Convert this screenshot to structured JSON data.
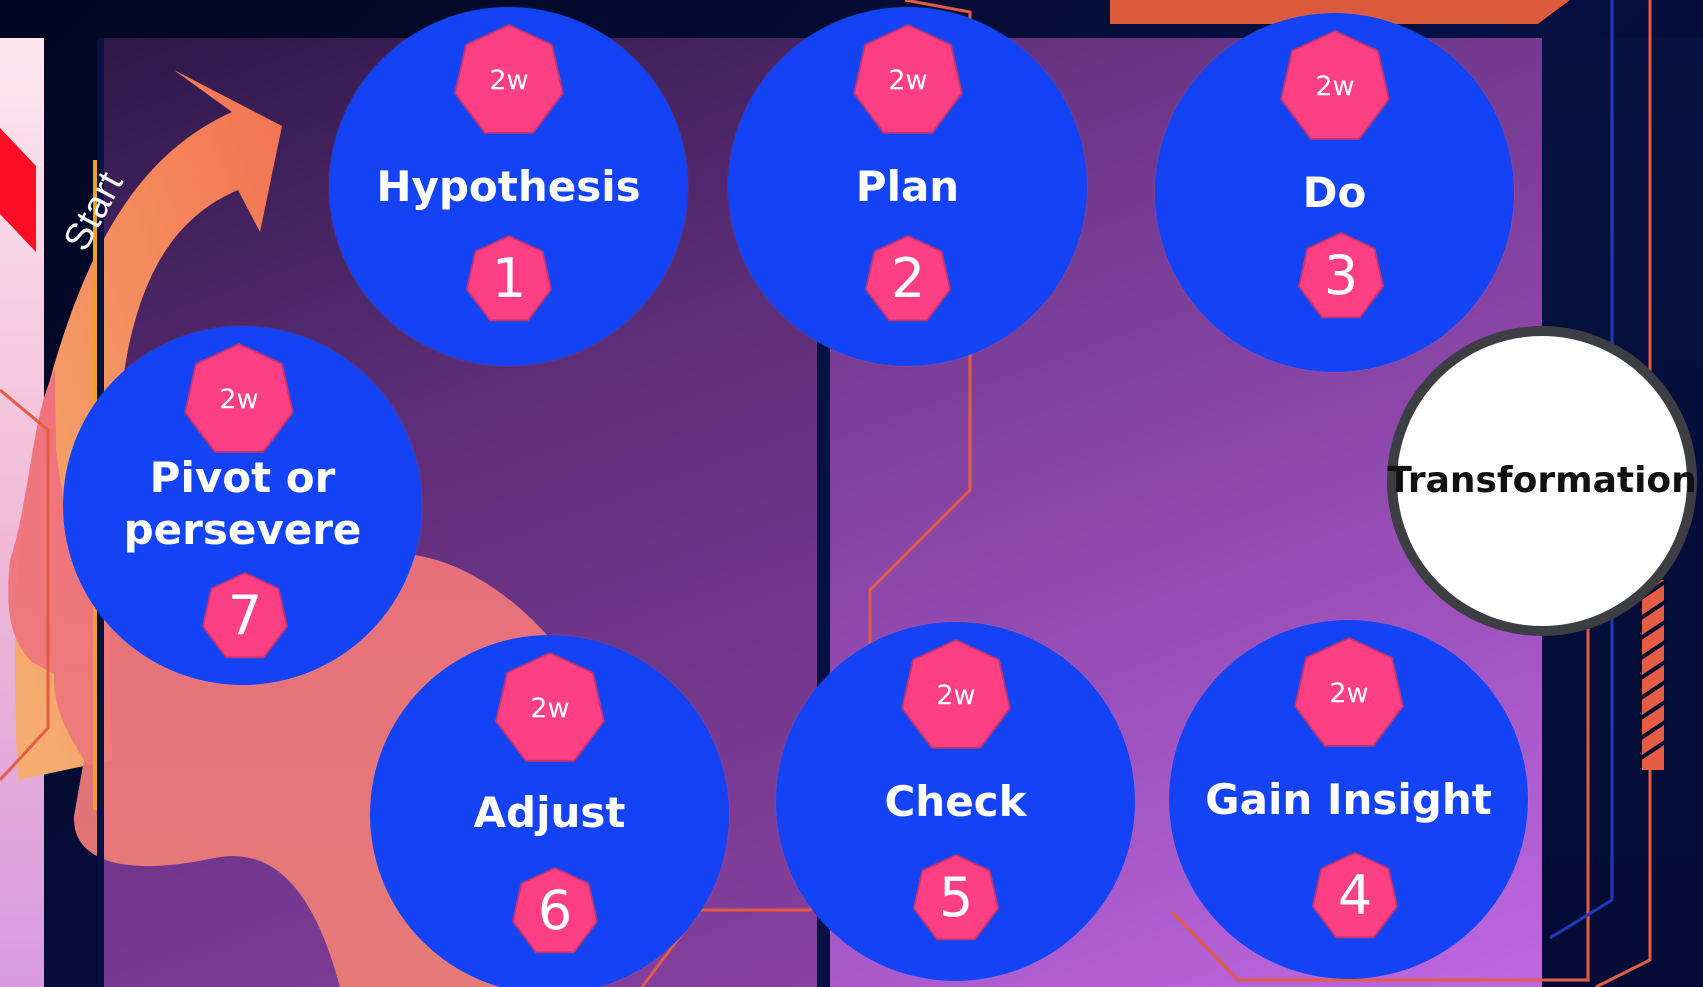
{
  "diagram": {
    "start_label": "Start",
    "transformation_label": "Transformation",
    "steps": [
      {
        "title": "Hypothesis",
        "duration": "2w",
        "number": "1"
      },
      {
        "title": "Plan",
        "duration": "2w",
        "number": "2"
      },
      {
        "title": "Do",
        "duration": "2w",
        "number": "3"
      },
      {
        "title": "Gain Insight",
        "duration": "2w",
        "number": "4"
      },
      {
        "title": "Check",
        "duration": "2w",
        "number": "5"
      },
      {
        "title": "Adjust",
        "duration": "2w",
        "number": "6"
      },
      {
        "title": "Pivot or persevere",
        "duration": "2w",
        "number": "7"
      }
    ]
  },
  "colors": {
    "step_circle": "#1443f6",
    "badge": "#ff3f83",
    "arrow": "#f08a58",
    "head_silhouette": "#f47f79",
    "accent_line": "#e35c43",
    "transformation_fill": "#ffffff",
    "transformation_border": "#3d3d44"
  }
}
